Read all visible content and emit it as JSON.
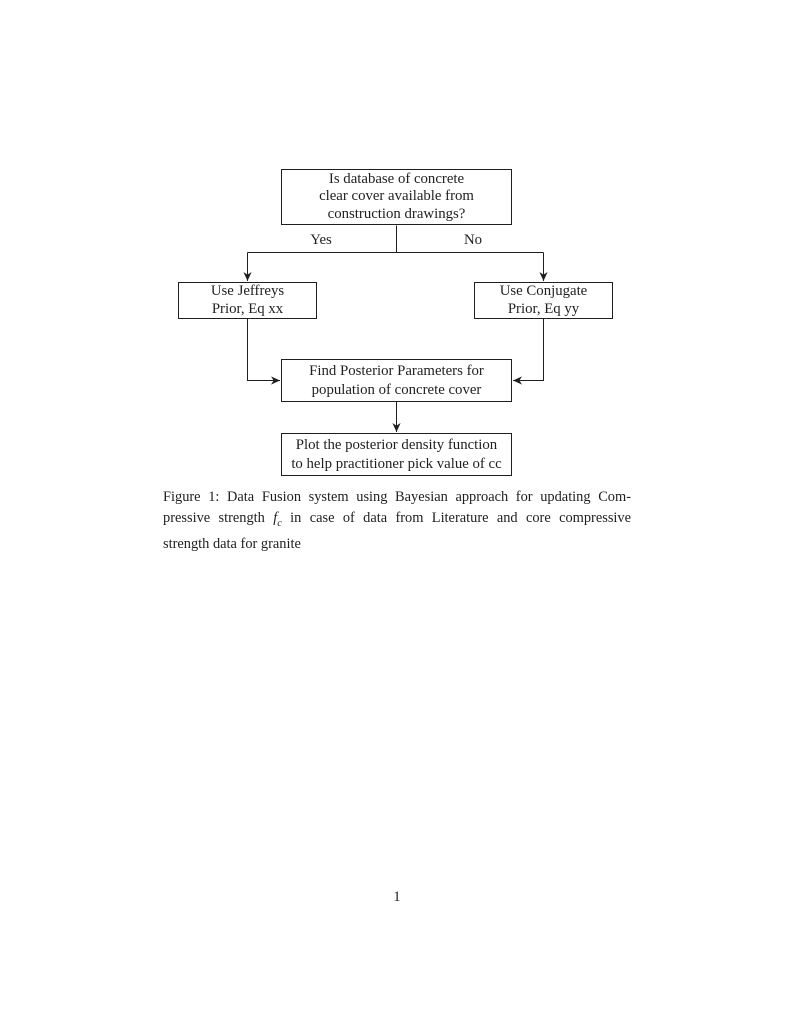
{
  "page": {
    "number": "1"
  },
  "colors": {
    "ink": "#1f1f1f",
    "background": "#ffffff"
  },
  "flowchart": {
    "decision": {
      "lines": [
        "Is database of concrete",
        "clear cover available from",
        "construction drawings?"
      ]
    },
    "labels": {
      "yes": "Yes",
      "no": "No"
    },
    "jeffreys": {
      "lines": [
        "Use Jeffreys",
        "Prior, Eq xx"
      ]
    },
    "conjugate": {
      "lines": [
        "Use Conjugate",
        "Prior, Eq yy"
      ]
    },
    "posterior": {
      "lines": [
        "Find Posterior Parameters for",
        "population of concrete cover"
      ]
    },
    "plot": {
      "lines": [
        "Plot the posterior density function",
        "to help practitioner pick value of cc"
      ]
    }
  },
  "caption": {
    "line1": "Figure 1: Data Fusion system using Bayesian approach for updating Com-",
    "line2_pre": "pressive strength ",
    "line2_math_var": "f",
    "line2_math_sub": "c",
    "line2_post": " in case of data from Literature and core compressive",
    "line3": "strength data for granite"
  }
}
